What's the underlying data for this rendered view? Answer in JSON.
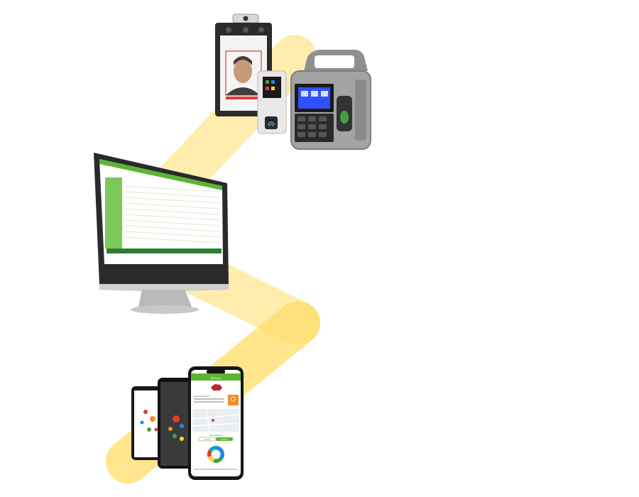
{
  "colors": {
    "ribbon": "#FFE27A",
    "ribbon_dark": "#FFD54A",
    "accent_green": "#5CB531",
    "dark_green": "#2E7D32",
    "bear_red": "#C0272D",
    "device_grey": "#9A9A9A",
    "orange": "#F28C28"
  },
  "icons": {
    "bear_logo": "bear-icon",
    "map_pin": "map-pin-icon",
    "fingerprint": "fingerprint-icon"
  },
  "mobile_app": {
    "title": "BizTime",
    "section_recent": "Recent Punches",
    "section_stats": "Job Statistics",
    "tab_weekly": "Weekly",
    "tab_monthly": "Monthly"
  },
  "chart_data": {
    "type": "pie",
    "title": "",
    "values": [
      35,
      20,
      15,
      15,
      15
    ],
    "colors": [
      "#1E88E5",
      "#43A047",
      "#FDD835",
      "#E53935",
      "#00ACC1"
    ]
  }
}
